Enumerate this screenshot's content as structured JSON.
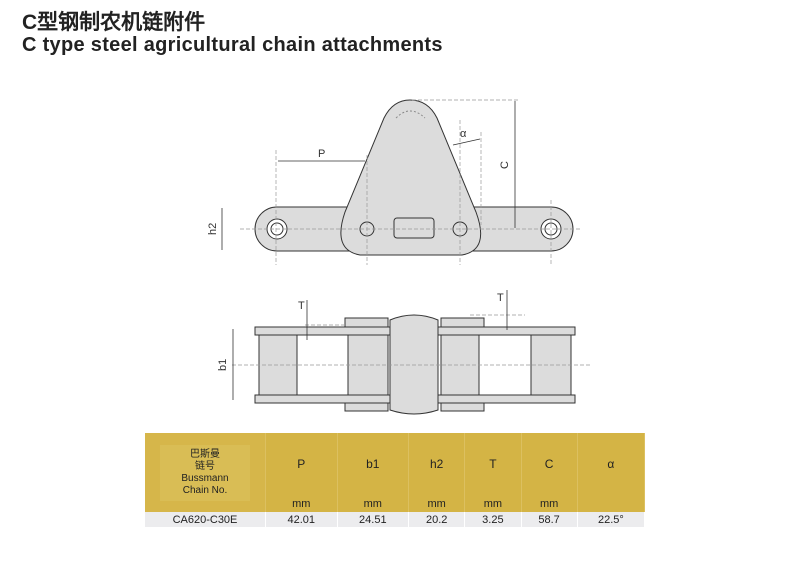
{
  "title_cn": "C型钢制农机链附件",
  "title_en": "C type steel agricultural chain attachments",
  "diagram_labels": {
    "P": "P",
    "alpha": "α",
    "C": "C",
    "h2": "h2",
    "T": "T",
    "b1": "b1"
  },
  "table": {
    "header_first": [
      "巴斯曼",
      "链号",
      "Bussmann",
      "Chain No."
    ],
    "columns": [
      "P",
      "b1",
      "h2",
      "T",
      "C",
      "α"
    ],
    "units": [
      "mm",
      "mm",
      "mm",
      "mm",
      "mm",
      ""
    ],
    "rows": [
      [
        "CA620-C30E",
        "42.01",
        "24.51",
        "20.2",
        "3.25",
        "58.7",
        "22.5°"
      ]
    ]
  },
  "colors": {
    "header": "#d4b445",
    "row": "#ececee",
    "part": "#dcdcdc"
  }
}
